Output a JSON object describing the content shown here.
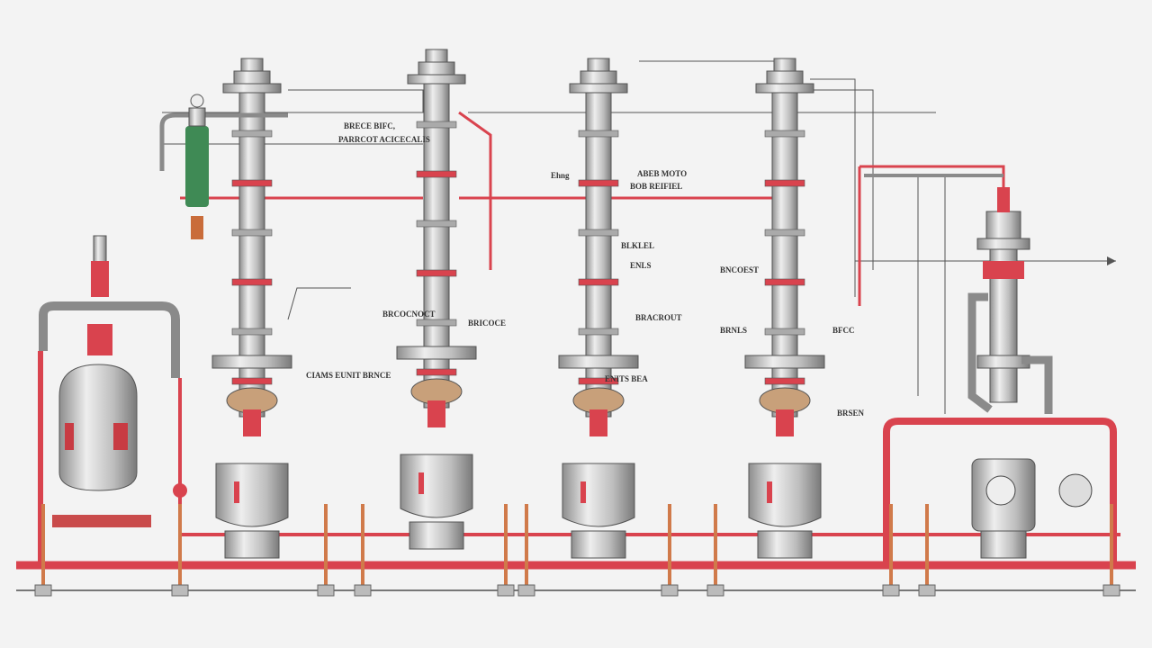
{
  "diagram": {
    "title": "Process piping and column schematic",
    "colors": {
      "background": "#f3f3f3",
      "process_pipe": "#d9434e",
      "steel": "#b8b8b8",
      "utility_pipe": "#8a8a8a",
      "green_valve": "#3f8a55"
    },
    "units": [
      "Storage vessel",
      "Column 1",
      "Column 2",
      "Column 3",
      "Column 4",
      "Pump and reactor unit"
    ],
    "labels": [
      "BRECE BIFC,",
      "PARRCOT  ACICECALIS",
      "Ehng",
      "ABEB MOTO",
      "BOB REIFIEL",
      "CIAMS  EUNIT  BRNCE",
      "ENITS  BEA",
      "BNCOEST",
      "BRCOCNOCT",
      "BRICOCE",
      "BRACROUT",
      "BLKLEL",
      "ENLS",
      "BFCC",
      "BRSEN",
      "BRNLS"
    ]
  }
}
